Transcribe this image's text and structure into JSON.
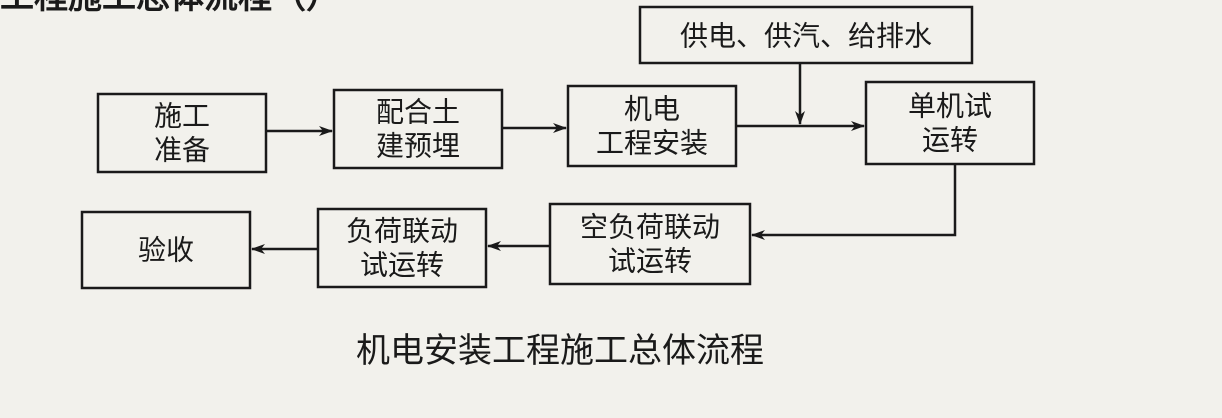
{
  "header_partial": "工程施工总体流程（）",
  "boxes": {
    "supply": "供电、供汽、给排水",
    "prep_1": "施工",
    "prep_2": "准备",
    "embed_1": "配合土",
    "embed_2": "建预埋",
    "install_1": "机电",
    "install_2": "工程安装",
    "single_1": "单机试",
    "single_2": "运转",
    "noload_1": "空负荷联动",
    "noload_2": "试运转",
    "load_1": "负荷联动",
    "load_2": "试运转",
    "accept": "验收"
  },
  "caption": "机电安装工程施工总体流程"
}
